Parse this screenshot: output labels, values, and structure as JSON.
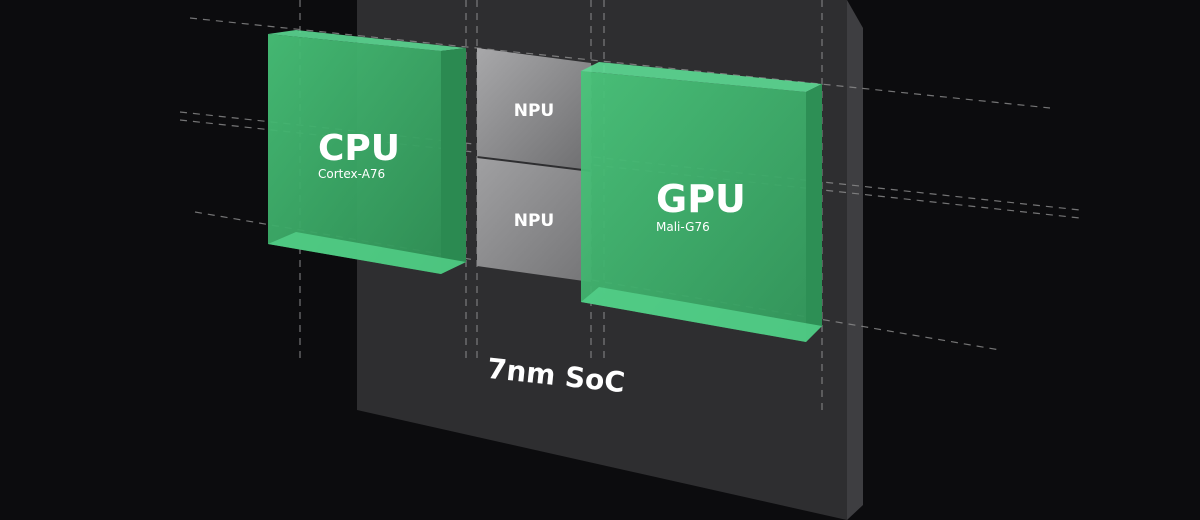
{
  "diagram": {
    "soc_label": "7nm SoC",
    "cpu": {
      "title": "CPU",
      "subtitle": "Cortex-A76"
    },
    "gpu": {
      "title": "GPU",
      "subtitle": "Mali-G76"
    },
    "npu_top": {
      "title": "NPU"
    },
    "npu_bottom": {
      "title": "NPU"
    }
  },
  "colors": {
    "background": "#0c0c0e",
    "soc_face": "#2e2e30",
    "soc_side": "#3b3b3e",
    "green_face": "#3fae6a",
    "green_edge": "#56d48a",
    "npu_face": "#8e8e90",
    "guide_line": "#9a9a9a"
  }
}
